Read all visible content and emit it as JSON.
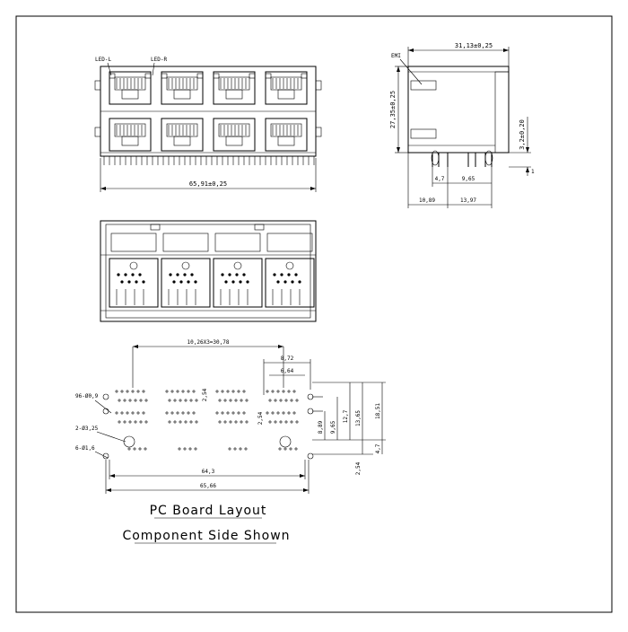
{
  "labels": {
    "led_left": "LED-L",
    "led_right": "LED-R",
    "width_front": "65,91±0,25",
    "width_side": "31,13±0,25",
    "height_side": "27,35±0,25",
    "pin_extension": "3,2±0,20",
    "side_small_dim": "1",
    "emi": "EMI",
    "side_dim_47": "4,7",
    "side_dim_965": "9,65",
    "side_dim_1089": "10,89",
    "side_dim_1397": "13,97",
    "pitch_note": "10,26X3=30,78",
    "dim_872": "8,72",
    "dim_664": "6,64",
    "hole_96": "96-Ø0,9",
    "hole_2": "2-Ø3,25",
    "hole_6": "6-Ø1,6",
    "dim_254_mid": "2,54",
    "dim_254_mid2": "2,54",
    "dim_889": "8,89",
    "dim_965": "9,65",
    "dim_1270": "12,7",
    "dim_1365": "13,65",
    "dim_1851": "18,51",
    "dim_47": "4,7",
    "dim_254_bottom": "2,54",
    "dim_643": "64,3",
    "dim_6566": "65,66"
  },
  "captions": {
    "title": "PC Board Layout",
    "subtitle": "Component Side Shown"
  }
}
